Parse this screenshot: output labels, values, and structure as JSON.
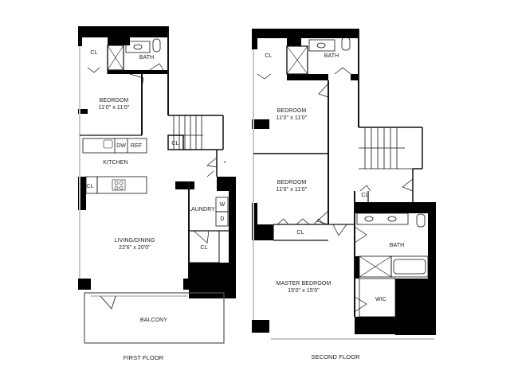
{
  "floors": [
    {
      "caption": "FIRST FLOOR",
      "rooms": [
        {
          "name": "CL",
          "dims": ""
        },
        {
          "name": "BATH",
          "dims": ""
        },
        {
          "name": "BEDROOM",
          "dims": "11'0\" x 11'0\""
        },
        {
          "name": "KITCHEN",
          "dims": ""
        },
        {
          "name": "CL",
          "dims": ""
        },
        {
          "name": "CL",
          "dims": ""
        },
        {
          "name": "LAUNDRY",
          "dims": ""
        },
        {
          "name": "CL",
          "dims": ""
        },
        {
          "name": "LIVING/DINING",
          "dims": "22'6\" x 20'0\""
        },
        {
          "name": "BALCONY",
          "dims": ""
        }
      ],
      "appliances": [
        "DW",
        "REF",
        "W",
        "D"
      ],
      "marker": "*"
    },
    {
      "caption": "SECOND FLOOR",
      "rooms": [
        {
          "name": "CL",
          "dims": ""
        },
        {
          "name": "BATH",
          "dims": ""
        },
        {
          "name": "BEDROOM",
          "dims": "11'0\" x 11'0\""
        },
        {
          "name": "BEDROOM",
          "dims": "11'0\" x 11'0\""
        },
        {
          "name": "CL",
          "dims": ""
        },
        {
          "name": "CL",
          "dims": ""
        },
        {
          "name": "BATH",
          "dims": ""
        },
        {
          "name": "MASTER BEDROOM",
          "dims": "15'0\" x 15'0\""
        },
        {
          "name": "WIC",
          "dims": ""
        }
      ]
    }
  ],
  "colors": {
    "wall": "#000000",
    "line": "#1a1a1a",
    "window": "#c8c8c8",
    "background": "#ffffff"
  }
}
